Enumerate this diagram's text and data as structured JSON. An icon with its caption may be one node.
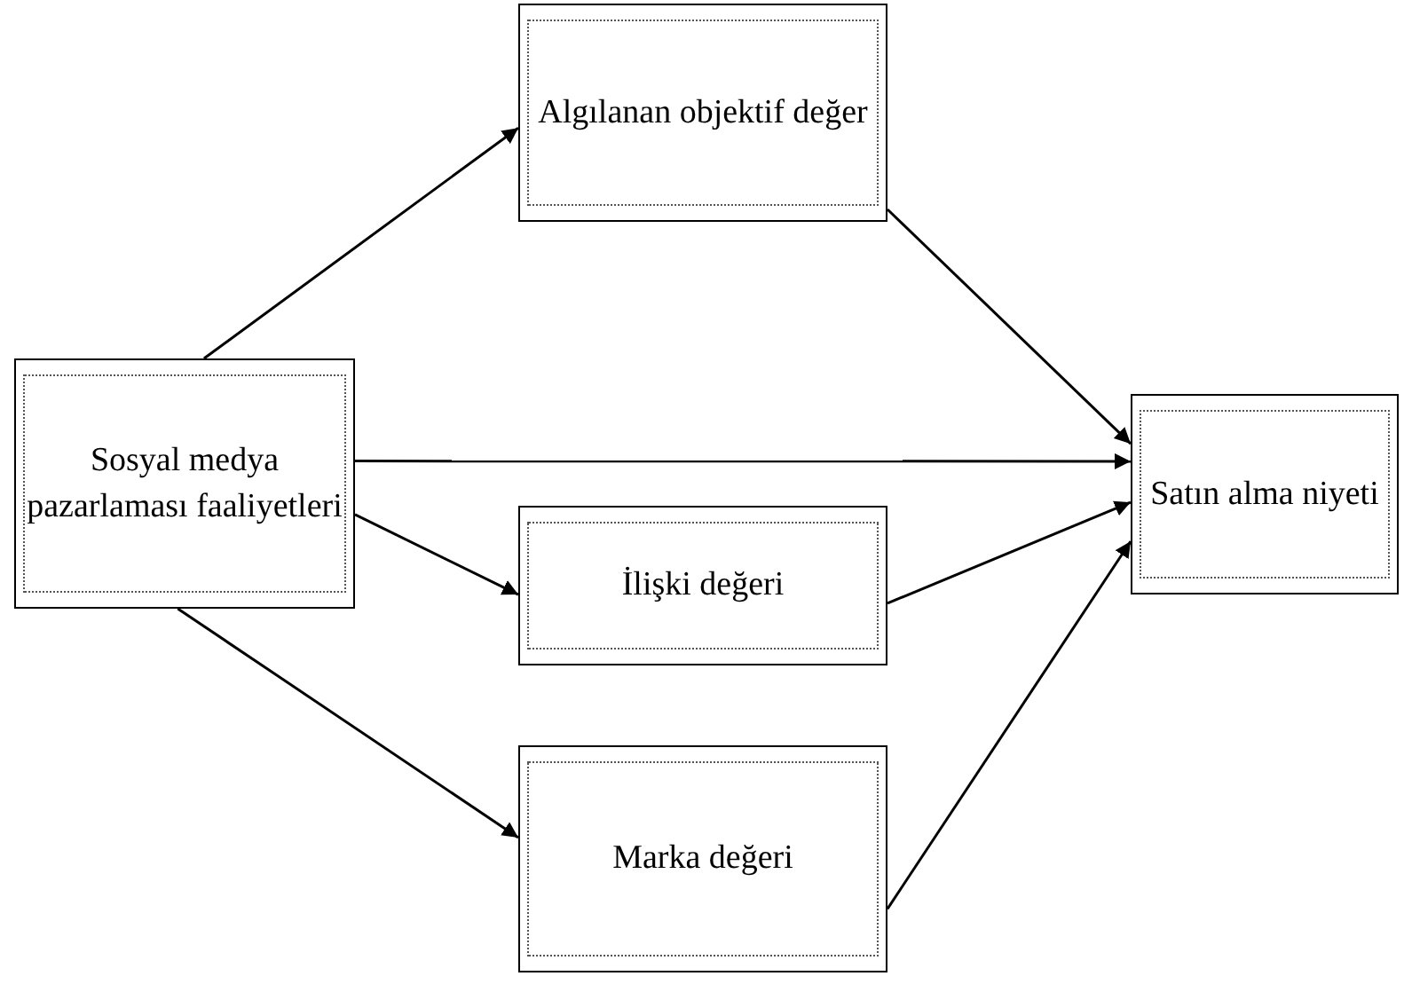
{
  "diagram": {
    "nodes": [
      {
        "text": [
          "Sosyal medya pazarlaması faaliyetleri"
        ]
      },
      {
        "text": [
          "Algılanan objektif değer"
        ]
      },
      {
        "text": [
          "İlişki değeri"
        ]
      },
      {
        "text": [
          "Marka değeri"
        ]
      },
      {
        "text": [
          "Satın alma niyeti"
        ]
      }
    ],
    "edges": [
      {
        "from": 0,
        "to": 1,
        "arrow": "to"
      },
      {
        "from": 0,
        "to": 4,
        "arrow": "to"
      },
      {
        "from": 0,
        "to": 2,
        "arrow": "to"
      },
      {
        "from": 0,
        "to": 3,
        "arrow": "to"
      },
      {
        "from": 1,
        "to": 4,
        "arrow": "to"
      },
      {
        "from": 2,
        "to": 4,
        "arrow": "to"
      },
      {
        "from": 3,
        "to": 4,
        "arrow": "to"
      }
    ]
  }
}
